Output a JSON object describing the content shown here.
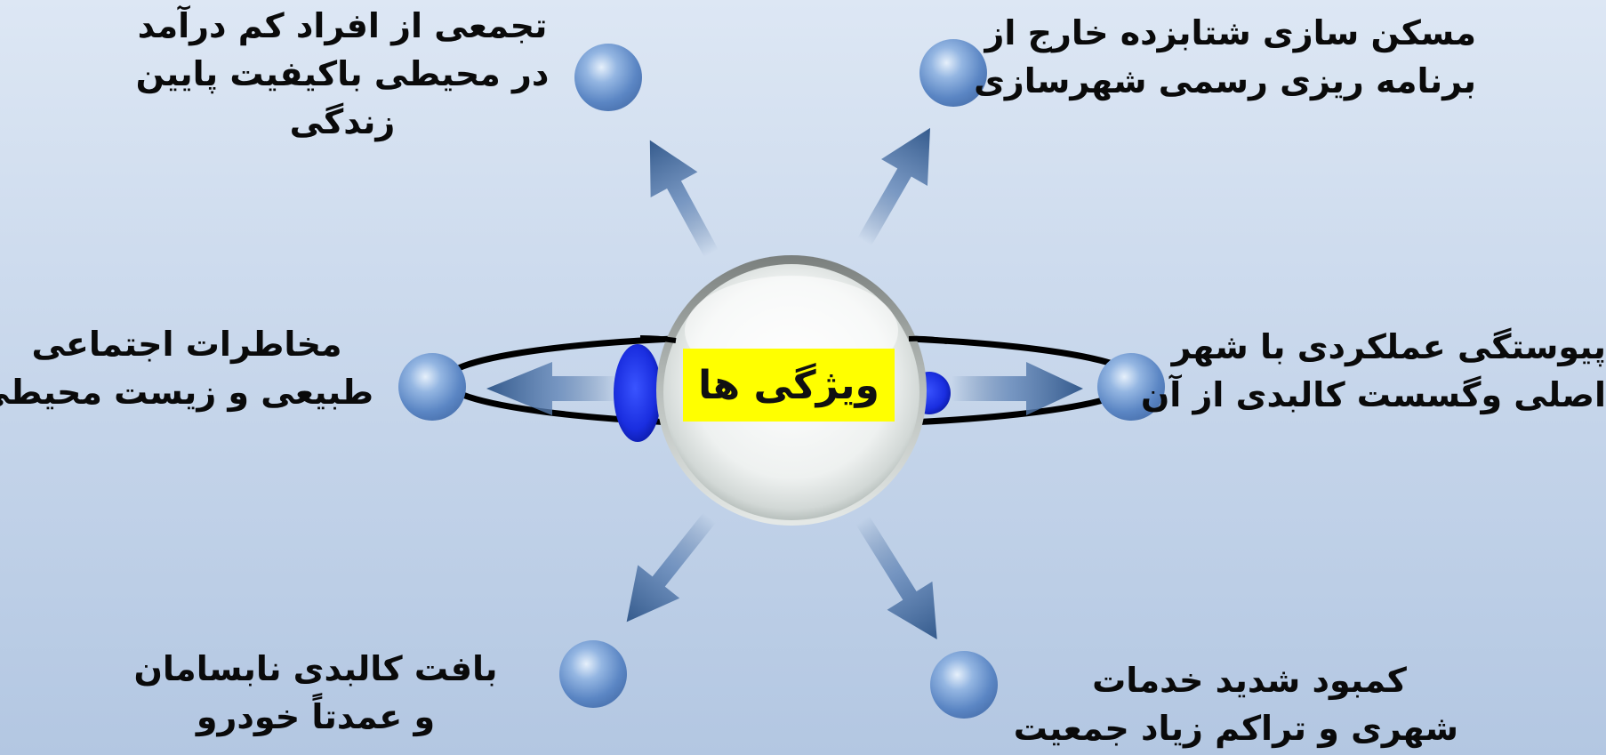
{
  "center": {
    "title": "ویژگی ها",
    "highlight_color": "#ffff00"
  },
  "features": [
    {
      "id": "top-left",
      "lines": [
        "تجمعی از افراد کم درآمد",
        "در محیطی باکیفیت پایین",
        "زندگی"
      ]
    },
    {
      "id": "top-right",
      "lines": [
        "مسکن سازی شتابزده خارج از",
        "برنامه ریزی رسمی شهرسازی"
      ]
    },
    {
      "id": "middle-left",
      "lines": [
        "مخاطرات اجتماعی",
        "طبیعی و زیست محیطی"
      ]
    },
    {
      "id": "middle-right",
      "lines": [
        "پیوستگی عملکردی با شهر",
        "اصلی وگسست کالبدی از آن"
      ]
    },
    {
      "id": "bottom-left",
      "lines": [
        "بافت کالبدی نابسامان",
        "و عمدتاً خودرو"
      ]
    },
    {
      "id": "bottom-right",
      "lines": [
        "کمبود شدید خدمات",
        "شهری و تراکم زیاد جمعیت"
      ]
    }
  ],
  "colors": {
    "background_top": "#dde7f4",
    "background_bottom": "#b3c7e2",
    "node_ball": "#6f9ad6",
    "arrow": "#3f6496",
    "orbit_ring": "#000000",
    "side_lobes": "#1a2ee0"
  }
}
